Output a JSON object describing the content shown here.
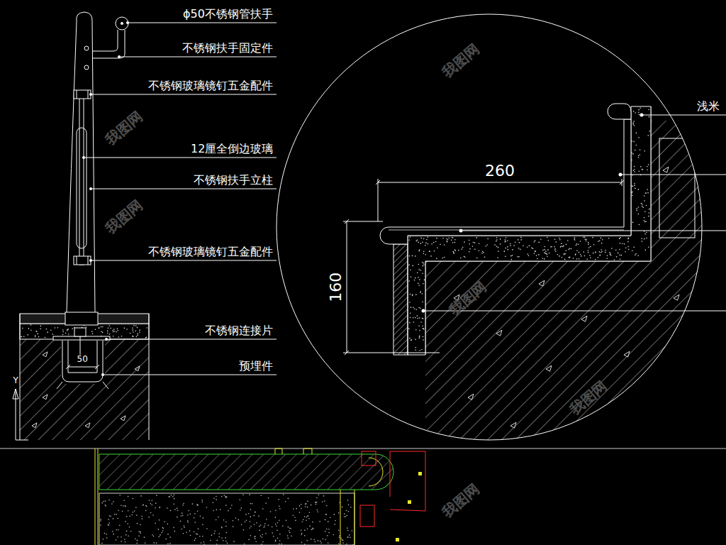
{
  "diagram": {
    "labels": [
      "ϕ50不锈钢管扶手",
      "不锈钢扶手固定件",
      "不锈钢玻璃镜钉五金配件",
      "12厘全倒边玻璃",
      "不锈钢扶手立柱",
      "不锈钢玻璃镜钉五金配件",
      "不锈钢连接片",
      "预埋件",
      "50",
      "Y",
      "260",
      "160",
      "浅米",
      "我图网",
      "我图网",
      "我图网",
      "我图网",
      "我图网",
      "我图网"
    ]
  }
}
